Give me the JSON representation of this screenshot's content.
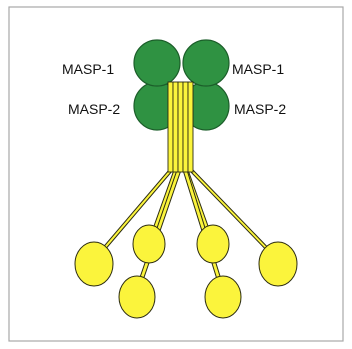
{
  "labels": {
    "masp1_left": "MASP-1",
    "masp1_right": "MASP-1",
    "masp2_left": "MASP-2",
    "masp2_right": "MASP-2"
  },
  "colors": {
    "background": "#ffffff",
    "border": "#a8a8a8",
    "protease_green": "#2f9242",
    "protease_outline": "#1c5e2a",
    "lectin_yellow": "#fbf43c",
    "lectin_outline": "#2b2b12"
  }
}
